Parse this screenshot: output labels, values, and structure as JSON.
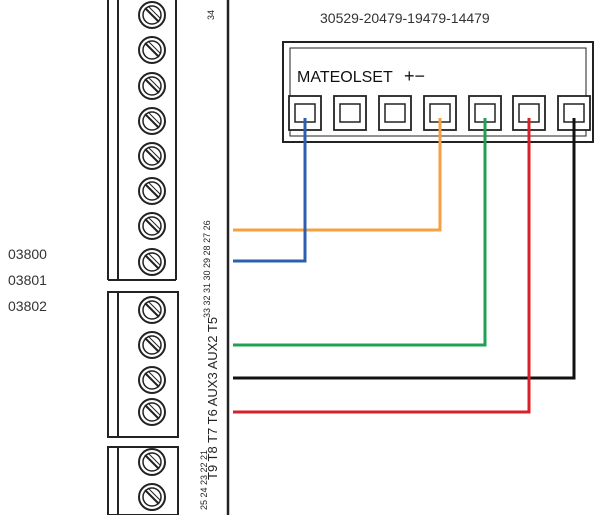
{
  "part_numbers": "30529-20479-19479-14479",
  "codes": [
    "03800",
    "03801",
    "03802"
  ],
  "device": {
    "label": "MATEOLSET",
    "polarity": "+−"
  },
  "strip_labels": {
    "upper_group": "33 32 31 30 29 28 27 26",
    "lower_group": "T9 T8 T7 T6 AUX3 AUX2 T5",
    "bottom_group": "25 24 23 22 21",
    "top_tick": "34"
  },
  "colors": {
    "wire_orange": "#f5a142",
    "wire_blue": "#2e5fae",
    "wire_green": "#20a052",
    "wire_black": "#111111",
    "wire_red": "#d8202a"
  }
}
